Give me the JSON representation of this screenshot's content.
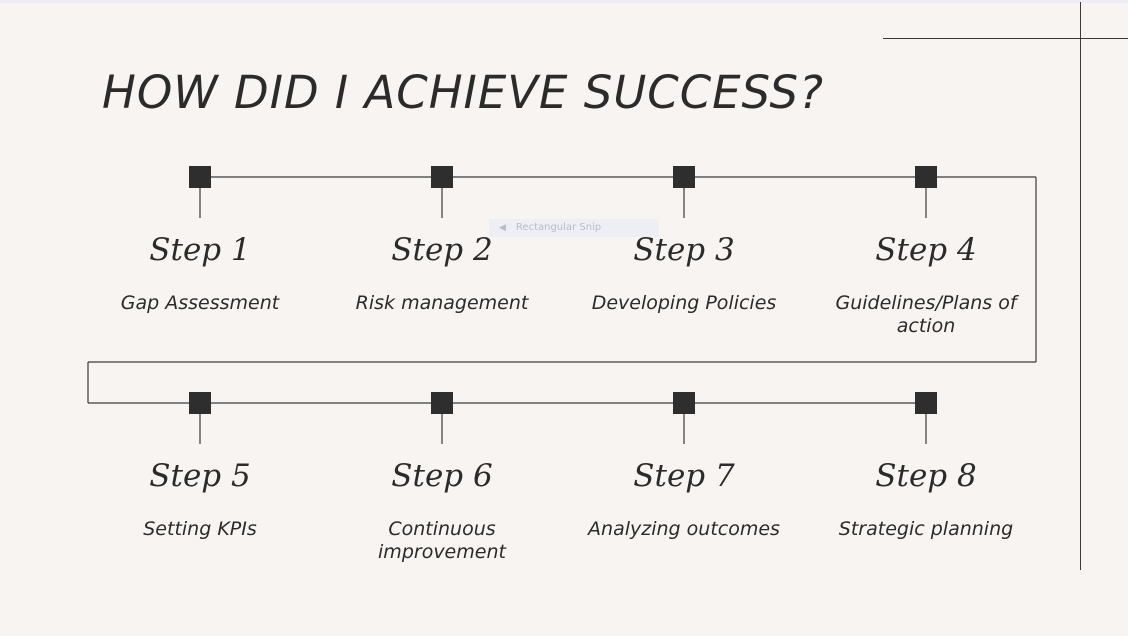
{
  "title": "HOW DID I ACHIEVE SUCCESS?",
  "snip_tooltip": "Rectangular Snip",
  "colors": {
    "background": "#f7f4f1",
    "ink": "#2b2b2b",
    "line": "#3a3a3a",
    "node": "#2e2e2e"
  },
  "steps": [
    {
      "label": "Step 1",
      "description": "Gap Assessment"
    },
    {
      "label": "Step 2",
      "description": "Risk management"
    },
    {
      "label": "Step 3",
      "description": "Developing Policies"
    },
    {
      "label": "Step 4",
      "description": "Guidelines/Plans of action"
    },
    {
      "label": "Step 5",
      "description": "Setting KPIs"
    },
    {
      "label": "Step 6",
      "description": "Continuous improvement"
    },
    {
      "label": "Step 7",
      "description": "Analyzing outcomes"
    },
    {
      "label": "Step 8",
      "description": "Strategic planning"
    }
  ]
}
